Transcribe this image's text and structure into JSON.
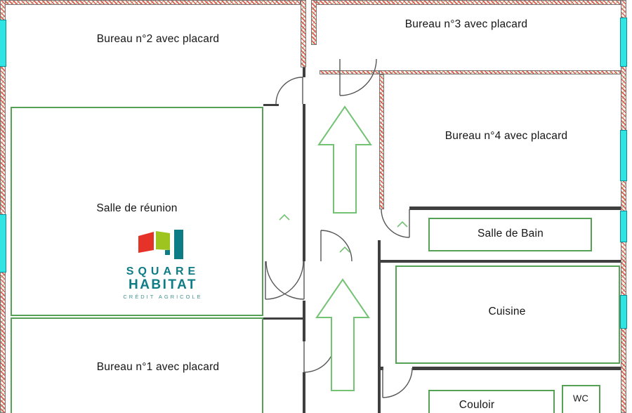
{
  "rooms": {
    "bureau2": "Bureau n°2 avec placard",
    "bureau3": "Bureau n°3 avec placard",
    "bureau4": "Bureau n°4 avec placard",
    "salle_reunion": "Salle de réunion",
    "salle_bain": "Salle de Bain",
    "cuisine": "Cuisine",
    "bureau1": "Bureau n°1 avec placard",
    "couloir": "Couloir",
    "wc": "WC"
  },
  "logo": {
    "brand_top": "SQUARE",
    "brand_bottom": "HABITAT",
    "brand_sub": "CRÉDIT AGRICOLE"
  },
  "legend": {
    "wall_color": "#3f3f3f",
    "hatched_wall_color": "#d9534f",
    "window_color": "#2fe4e2",
    "room_outline_color": "#55a257",
    "arrow_color": "#74c274",
    "logo_red": "#e63329",
    "logo_green": "#9dc41f",
    "logo_teal": "#0e7c85"
  }
}
